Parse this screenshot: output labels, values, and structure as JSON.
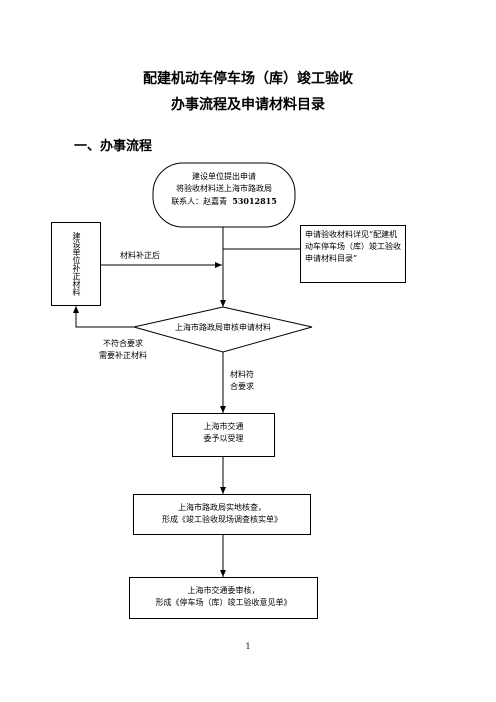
{
  "doc": {
    "title_line1": "配建机动车停车场（库）竣工验收",
    "title_line2": "办事流程及申请材料目录",
    "section_heading": "一、办事流程",
    "page_number": "1"
  },
  "flow": {
    "start": {
      "line1": "建设单位提出申请",
      "line2": "将验收材料送上海市路政局",
      "line3_prefix": "联系人：赵嘉青",
      "line3_phone": "53012815"
    },
    "note_box": {
      "line1": "申请验收材料详见“配建机",
      "line2": "动车停车场（库）竣工验收",
      "line3": "申请材料目录”"
    },
    "side_box": "建设单位补正材料",
    "label_supplement": "材料补正后",
    "decision": "上海市路政局审核申请材料",
    "label_fail_1": "不符合要求",
    "label_fail_2": "需要补正材料",
    "label_pass_1": "材料符",
    "label_pass_2": "合要求",
    "accept_box": {
      "line1": "上海市交通",
      "line2": "委予以受理"
    },
    "inspect_box": {
      "line1": "上海市路政局实地核查，",
      "line2": "形成《竣工验收现场调查核实单》"
    },
    "review_box": {
      "line1": "上海市交通委审核，",
      "line2": "形成《停车场（库）竣工验收意见单》"
    }
  }
}
